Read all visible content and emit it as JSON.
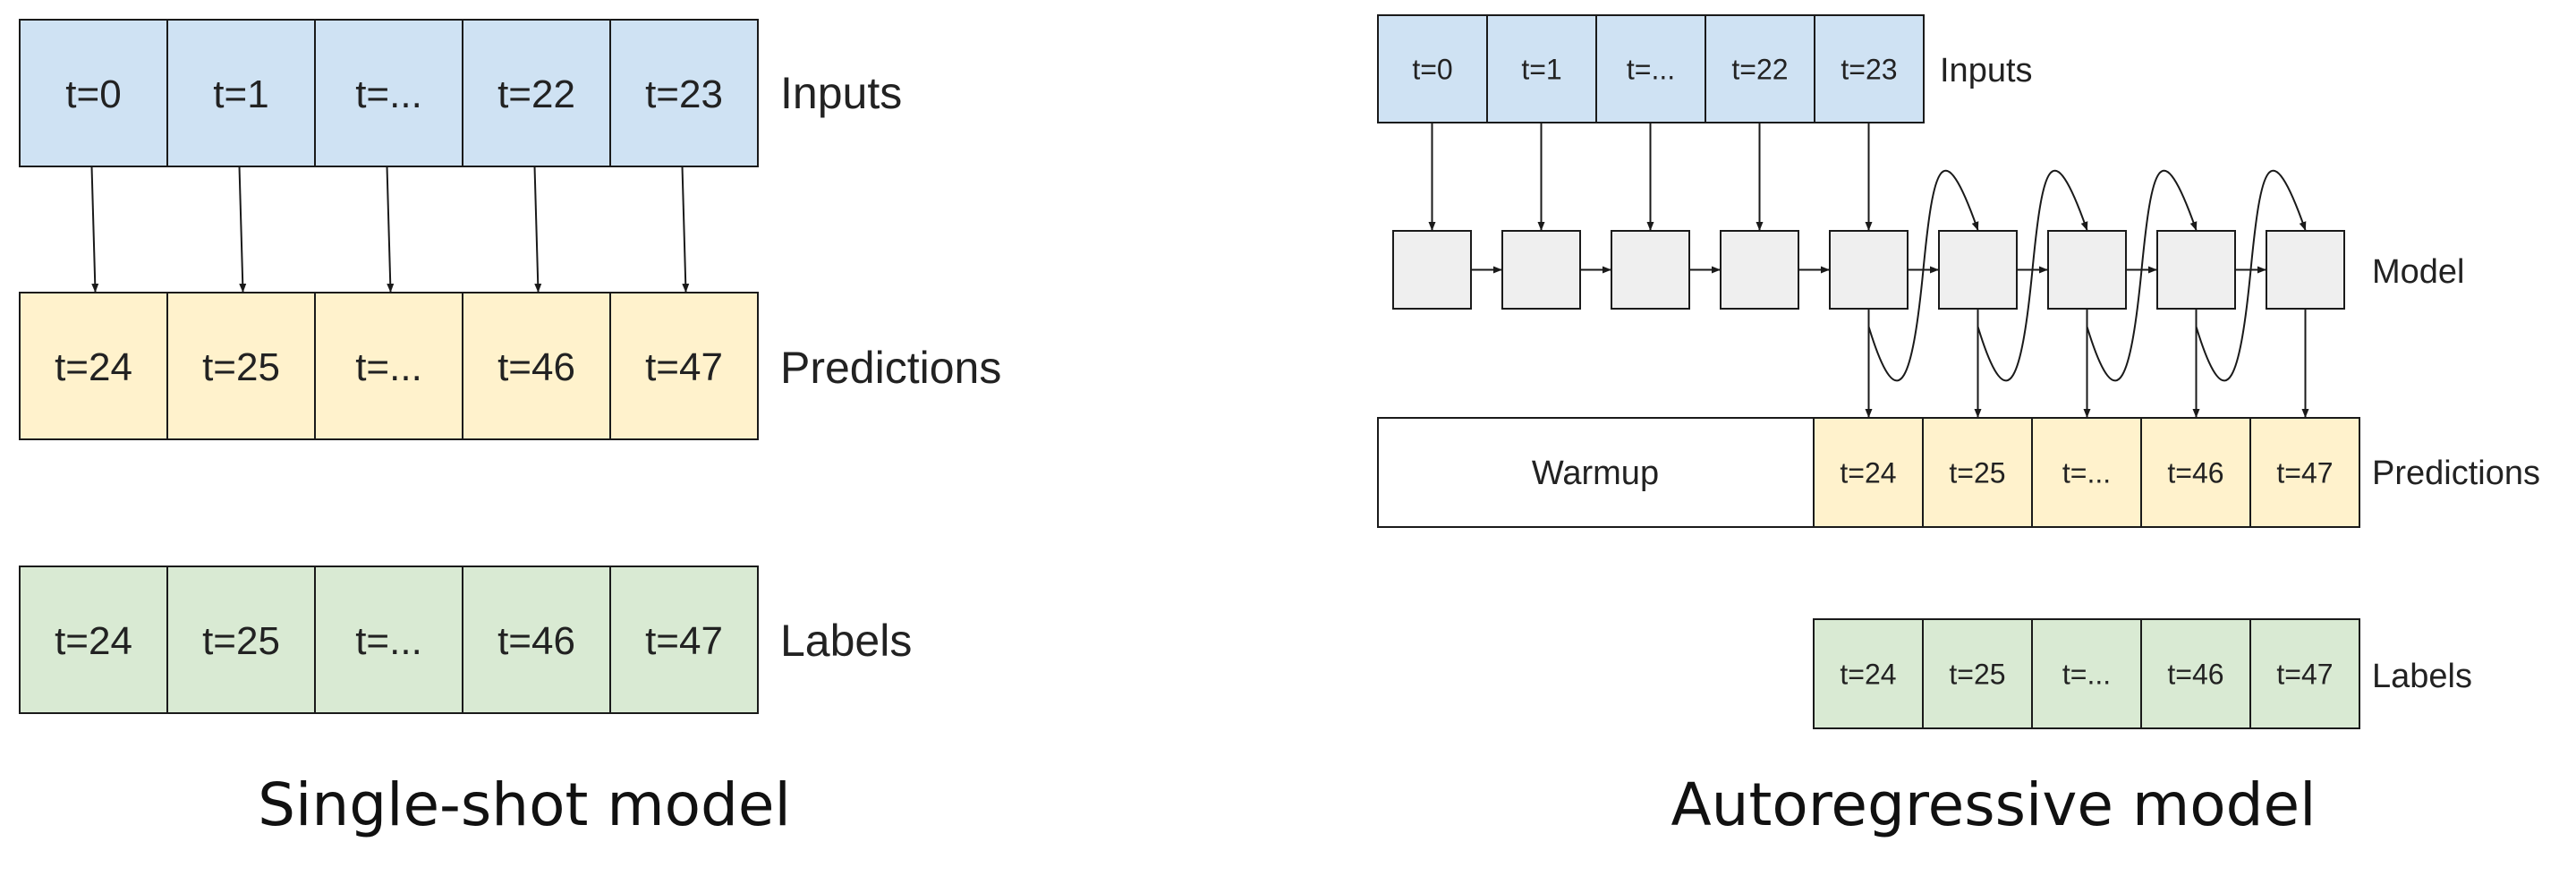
{
  "colors": {
    "inputs": "#cfe2f3",
    "predictions": "#fff2cc",
    "labels": "#d9ead3",
    "model": "#efefef",
    "warmup": "#ffffff",
    "stroke": "#1a1a1a"
  },
  "single_shot": {
    "caption": "Single-shot model",
    "inputs": {
      "label": "Inputs",
      "cells": [
        "t=0",
        "t=1",
        "t=...",
        "t=22",
        "t=23"
      ]
    },
    "predictions": {
      "label": "Predictions",
      "cells": [
        "t=24",
        "t=25",
        "t=...",
        "t=46",
        "t=47"
      ]
    },
    "labels": {
      "label": "Labels",
      "cells": [
        "t=24",
        "t=25",
        "t=...",
        "t=46",
        "t=47"
      ]
    }
  },
  "autoregressive": {
    "caption": "Autoregressive model",
    "inputs": {
      "label": "Inputs",
      "cells": [
        "t=0",
        "t=1",
        "t=...",
        "t=22",
        "t=23"
      ]
    },
    "model": {
      "label": "Model",
      "box_count": 9
    },
    "predictions": {
      "label": "Predictions",
      "warmup": "Warmup",
      "cells": [
        "t=24",
        "t=25",
        "t=...",
        "t=46",
        "t=47"
      ]
    },
    "labels": {
      "label": "Labels",
      "cells": [
        "t=24",
        "t=25",
        "t=...",
        "t=46",
        "t=47"
      ]
    }
  }
}
